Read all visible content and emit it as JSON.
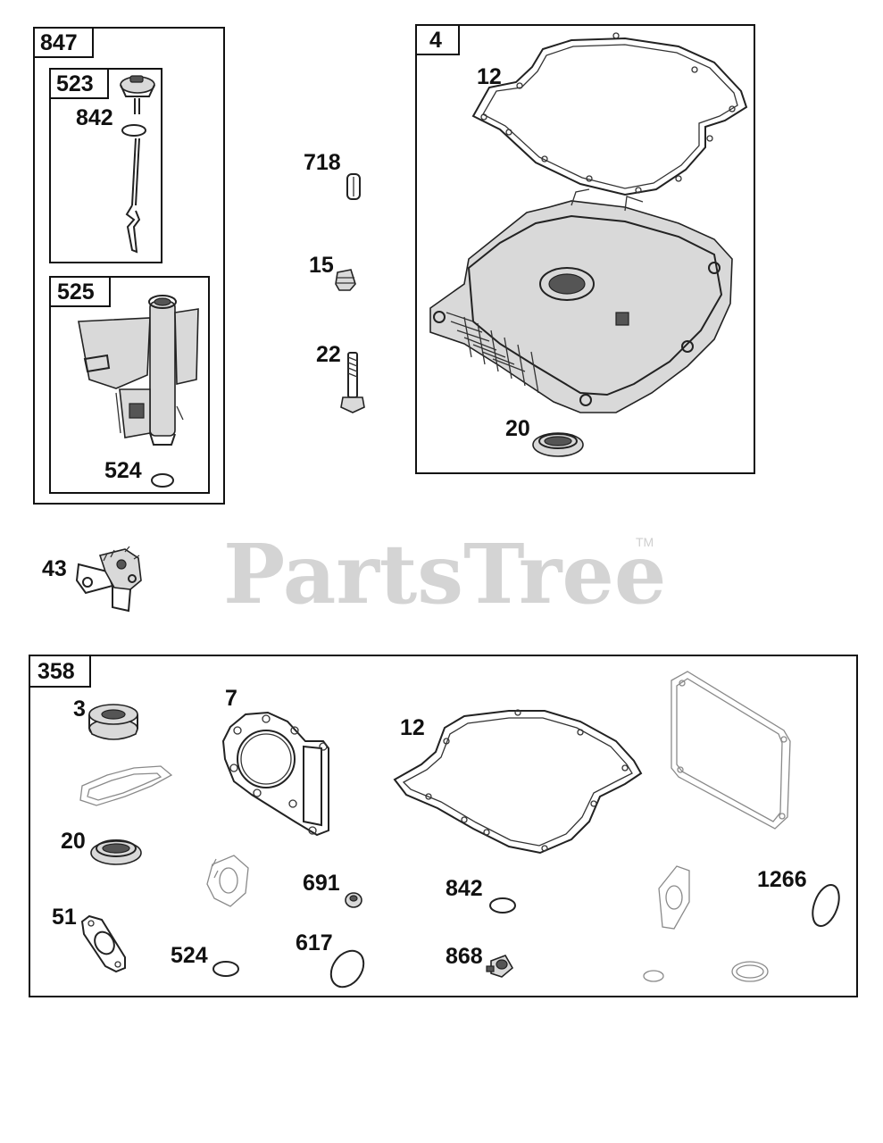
{
  "watermark": {
    "text": "PartsTree",
    "tm": "TM"
  },
  "boxes": {
    "b847": "847",
    "b523": "523",
    "b525": "525",
    "b4": "4",
    "b358": "358"
  },
  "labels": {
    "p842_top": "842",
    "p524_top": "524",
    "p718": "718",
    "p15": "15",
    "p22": "22",
    "p12_top": "12",
    "p20_top": "20",
    "p43": "43",
    "p3": "3",
    "p7": "7",
    "p12_kit": "12",
    "p20_kit": "20",
    "p51": "51",
    "p524_kit": "524",
    "p691": "691",
    "p617": "617",
    "p842_kit": "842",
    "p868": "868",
    "p1266": "1266"
  }
}
